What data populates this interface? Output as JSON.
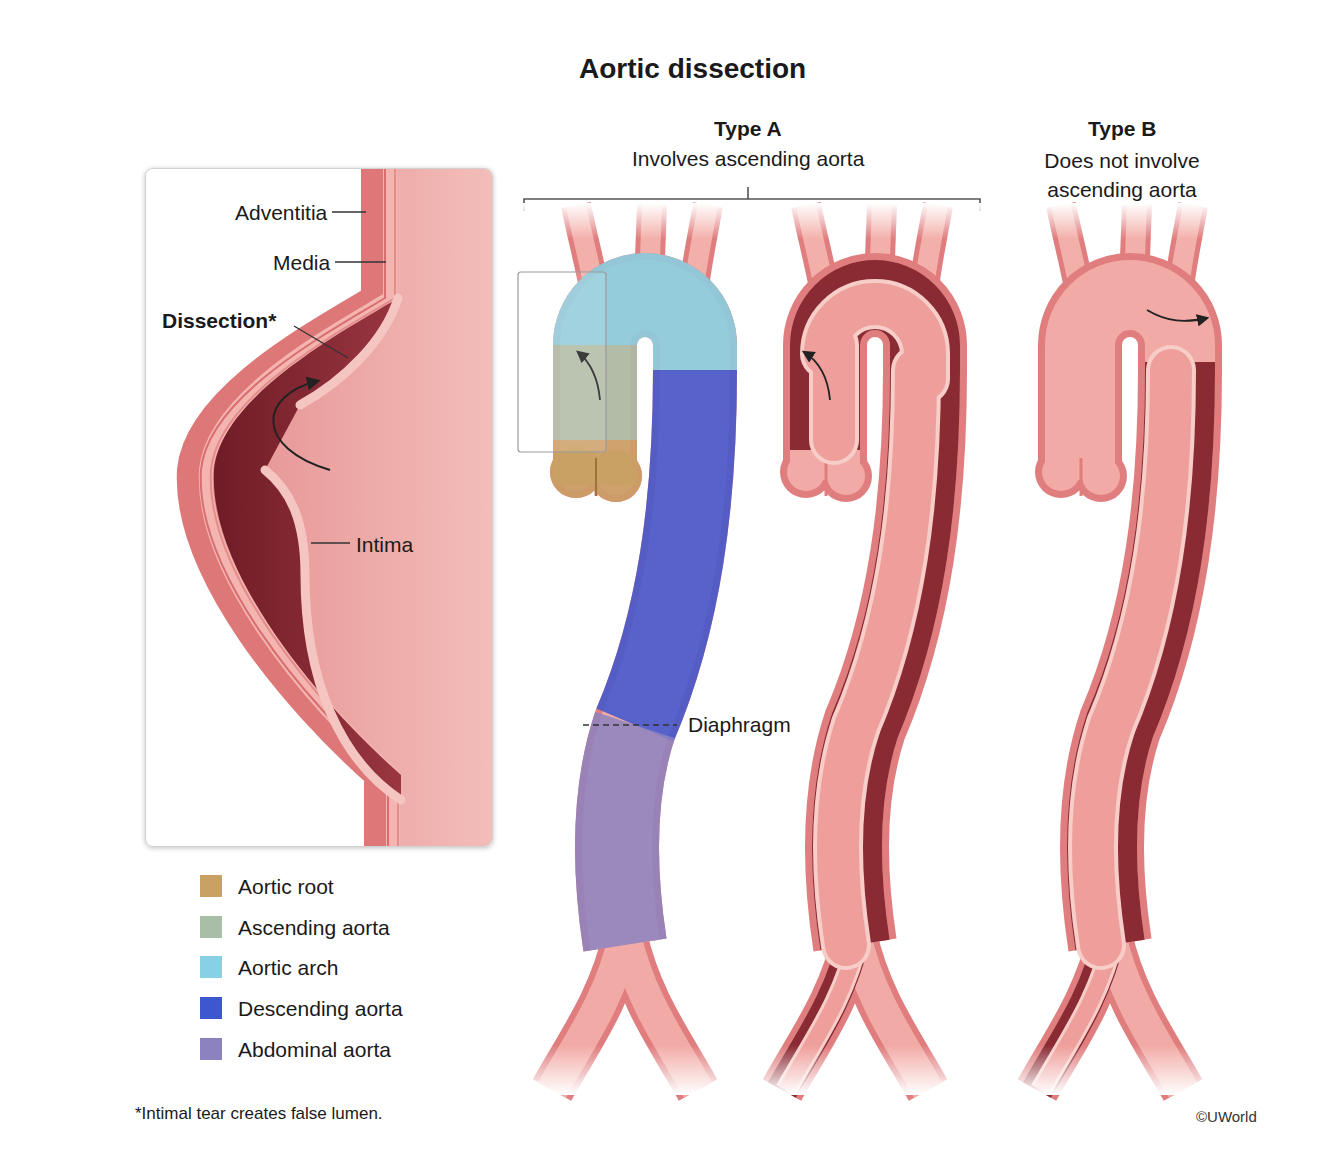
{
  "diagram": {
    "title": "Aortic dissection",
    "nodes": [
      {
        "text": [
          "Adventitia",
          "Media",
          "Dissection*",
          "Intima"
        ]
      }
    ],
    "labels": [
      "Type A",
      "Involves ascending aorta",
      "Type B",
      "Does not involve ascending aorta",
      "Diaphragm",
      "*Intimal tear creates false lumen.",
      "©UWorld"
    ],
    "legend": [
      {
        "text": "Aortic root",
        "color": "#c9a164"
      },
      {
        "text": "Ascending aorta",
        "color": "#a9bea6"
      },
      {
        "text": "Aortic arch",
        "color": "#88d0e3"
      },
      {
        "text": "Descending aorta",
        "color": "#3c57d0"
      },
      {
        "text": "Abdominal aorta",
        "color": "#8c82c0"
      }
    ]
  }
}
